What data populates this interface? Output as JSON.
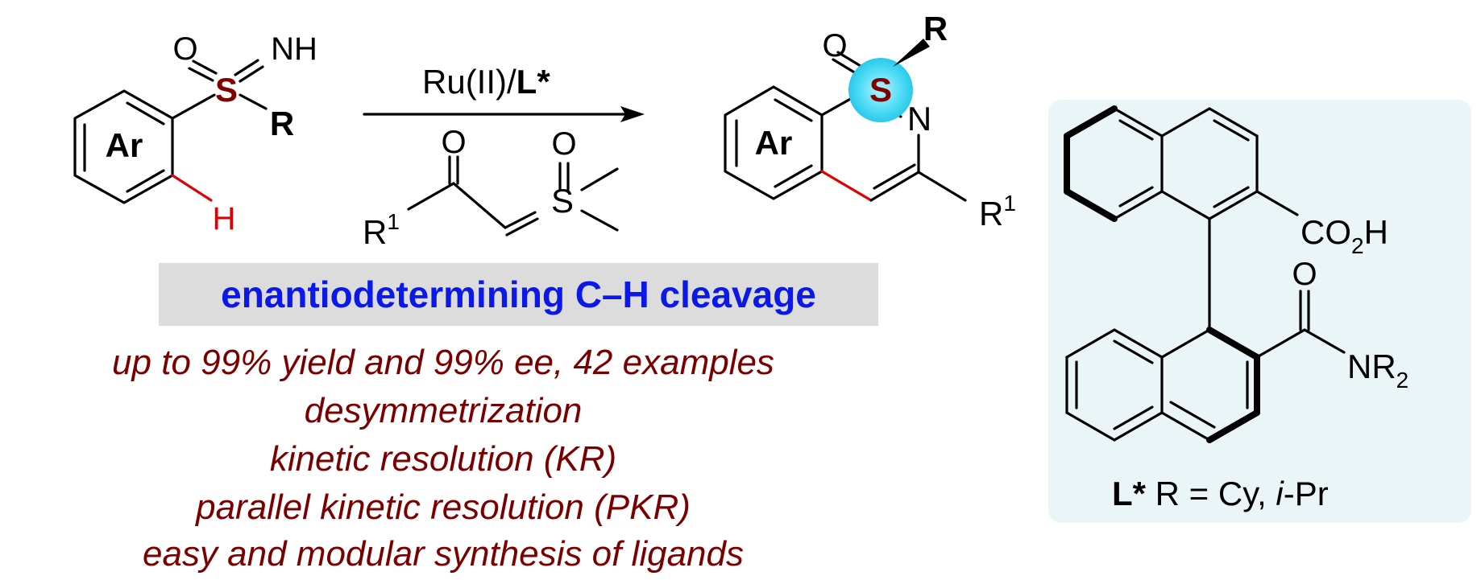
{
  "substrate": {
    "ring": "Ar",
    "oxygen": "O",
    "nh": "NH",
    "sulfur": "S",
    "r": "R",
    "h": "H"
  },
  "conditions": {
    "catalyst": "Ru(II)/",
    "ligand": "L*"
  },
  "reagent": {
    "o_ketone": "O",
    "o_sulfoxonium": "O",
    "sulfur": "S",
    "r1": "R",
    "r1_sup": "1"
  },
  "product": {
    "ring": "Ar",
    "oxygen": "O",
    "sulfur": "S",
    "r": "R",
    "nitrogen": "N",
    "r1": "R",
    "r1_sup": "1"
  },
  "ligand_panel": {
    "acid": "CO",
    "acid_sub": "2",
    "acid_h": "H",
    "amide_o": "O",
    "amide_n": "NR",
    "amide_sub": "2",
    "caption_bold": "L*",
    "caption_rest": " R = Cy, ",
    "caption_italic": "i",
    "caption_tail": "-Pr"
  },
  "banner": "enantiodetermining C–H cleavage",
  "highlights": [
    "up to 99% yield and 99% ee, 42 examples",
    "desymmetrization",
    "kinetic resolution (KR)",
    "parallel kinetic resolution (PKR)",
    "easy and modular synthesis of ligands"
  ],
  "colors": {
    "sulfur": "#800000",
    "highlight_text": "#7a0000",
    "banner_text": "#0a18e8",
    "banner_bg": "#dcdcdc",
    "ligand_panel_bg": "#eaf5f7",
    "new_bond": "#e00000",
    "sulfur_glow": "#29d4f0"
  }
}
